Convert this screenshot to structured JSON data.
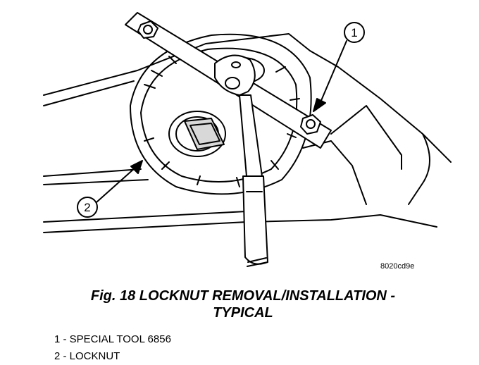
{
  "figure": {
    "code": "8020cd9e",
    "caption_line1": "Fig. 18 LOCKNUT REMOVAL/INSTALLATION -",
    "caption_line2": "TYPICAL"
  },
  "callouts": [
    {
      "number": "1"
    },
    {
      "number": "2"
    }
  ],
  "legend": [
    {
      "label": "1 - SPECIAL TOOL 6856"
    },
    {
      "label": "2 - LOCKNUT"
    }
  ]
}
